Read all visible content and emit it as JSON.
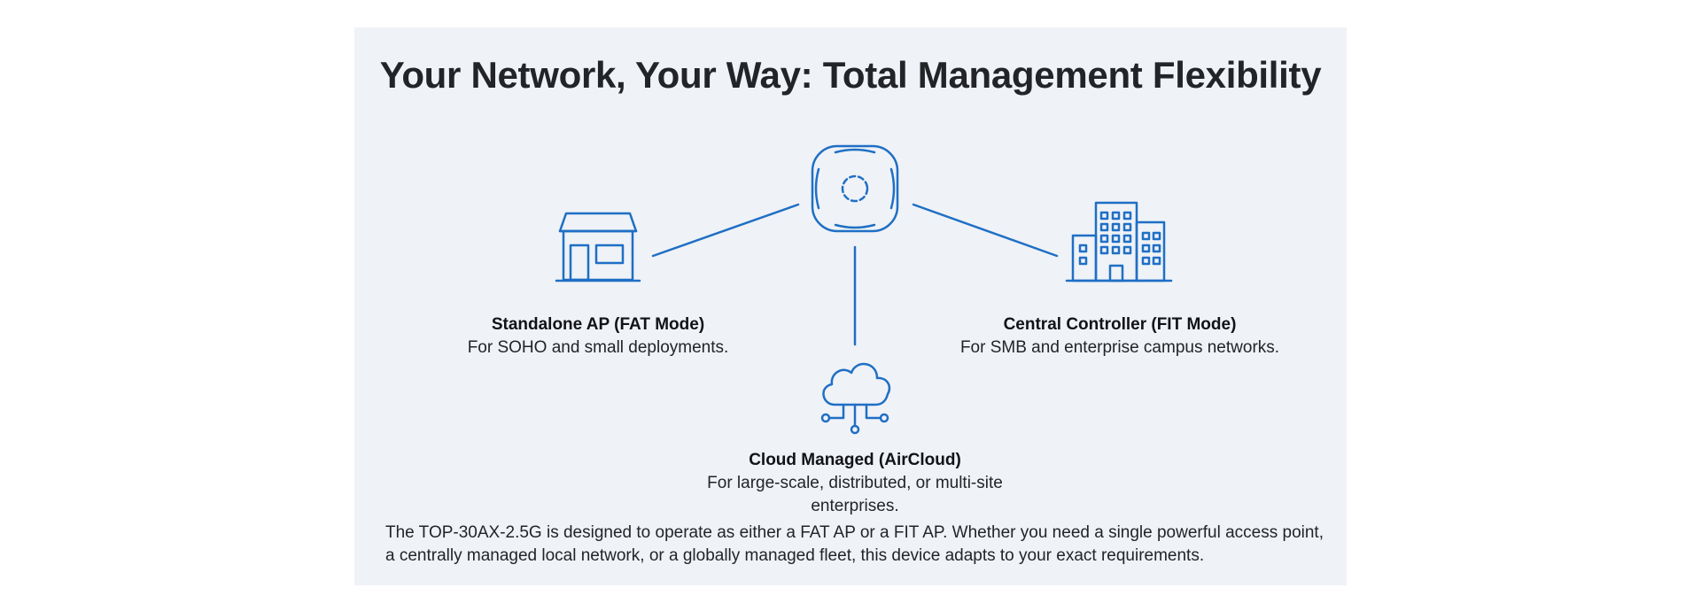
{
  "title": "Your Network, Your Way: Total Management Flexibility",
  "center_device": {
    "icon": "access-point-icon"
  },
  "nodes": [
    {
      "id": "standalone",
      "icon": "storefront-icon",
      "name": "Standalone AP (FAT Mode)",
      "description": "For SOHO and small deployments."
    },
    {
      "id": "controller",
      "icon": "office-buildings-icon",
      "name": "Central Controller (FIT Mode)",
      "description": "For SMB and enterprise campus networks."
    },
    {
      "id": "cloud",
      "icon": "cloud-network-icon",
      "name": "Cloud Managed (AirCloud)",
      "description": "For large-scale, distributed, or multi-site enterprises."
    }
  ],
  "footer": "The TOP-30AX-2.5G is designed to operate as either a FAT AP or a FIT AP. Whether you need a single powerful access point, a centrally managed local network, or a globally managed fleet, this device adapts to your exact requirements.",
  "colors": {
    "accent": "#1f6fc5",
    "panel_background": "#eff2f6",
    "text": "#222428"
  }
}
